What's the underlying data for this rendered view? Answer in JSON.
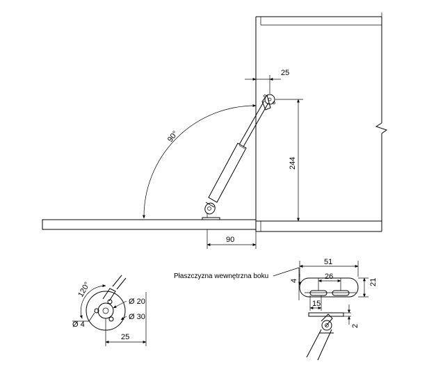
{
  "main_view": {
    "dim_angle": "90°",
    "dim_top_offset": "25",
    "dim_height": "244",
    "dim_bottom_offset": "90"
  },
  "bracket_detail": {
    "dim_angle": "120°",
    "dim_hole": "Ø 4",
    "dim_inner_diameter": "Ø 20",
    "dim_outer_diameter": "Ø 30",
    "dim_offset": "25"
  },
  "side_plate_detail": {
    "label": "Płaszczyzna wewnętrzna boku",
    "dim_length": "51",
    "dim_slot_spacing": "26",
    "dim_height": "21",
    "dim_edge": "4",
    "dim_slot_center": "15",
    "dim_thickness": "2"
  }
}
